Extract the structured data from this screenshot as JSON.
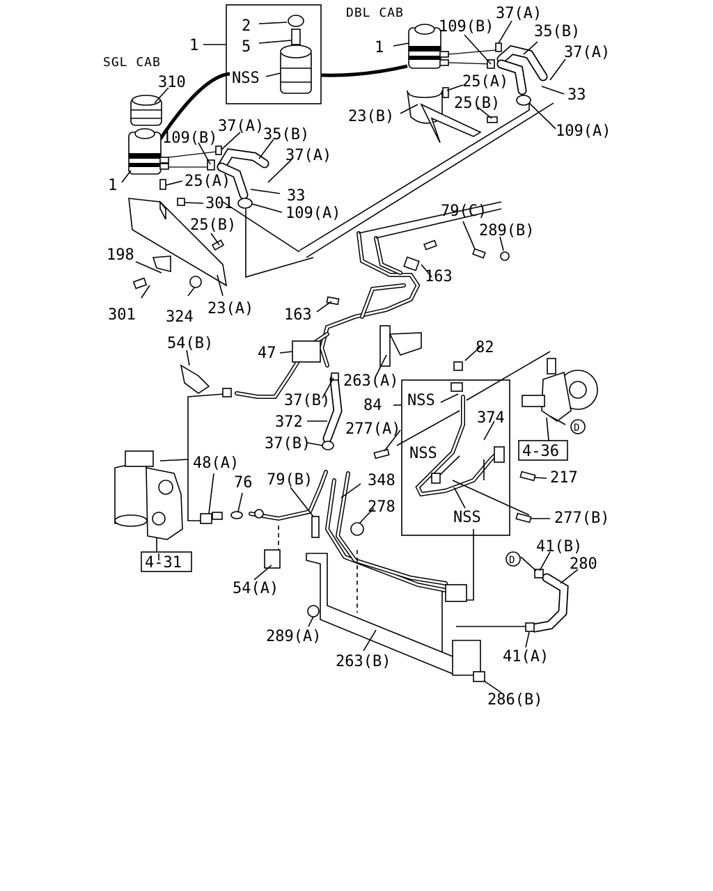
{
  "diagram": {
    "cab_labels": {
      "sgl": "SGL CAB",
      "dbl": "DBL CAB"
    },
    "callouts": [
      "1",
      "2",
      "5",
      "NSS",
      "310",
      "1",
      "109(B)",
      "37(A)",
      "35(B)",
      "37(A)",
      "25(A)",
      "33",
      "301",
      "109(A)",
      "25(B)",
      "198",
      "301",
      "324",
      "23(A)",
      "1",
      "109(B)",
      "37(A)",
      "35(B)",
      "37(A)",
      "25(A)",
      "25(B)",
      "33",
      "23(B)",
      "109(A)",
      "79(C)",
      "289(B)",
      "163",
      "163",
      "47",
      "263(A)",
      "54(B)",
      "37(B)",
      "372",
      "37(B)",
      "82",
      "84",
      "NSS",
      "374",
      "277(A)",
      "NSS",
      "217",
      "NSS",
      "277(B)",
      "48(A)",
      "76",
      "79(B)",
      "348",
      "278",
      "54(A)",
      "289(A)",
      "263(B)",
      "41(B)",
      "280",
      "41(A)",
      "286(B)"
    ],
    "references": [
      "4-31",
      "4-36"
    ],
    "circle_refs": [
      "D",
      "D"
    ]
  }
}
